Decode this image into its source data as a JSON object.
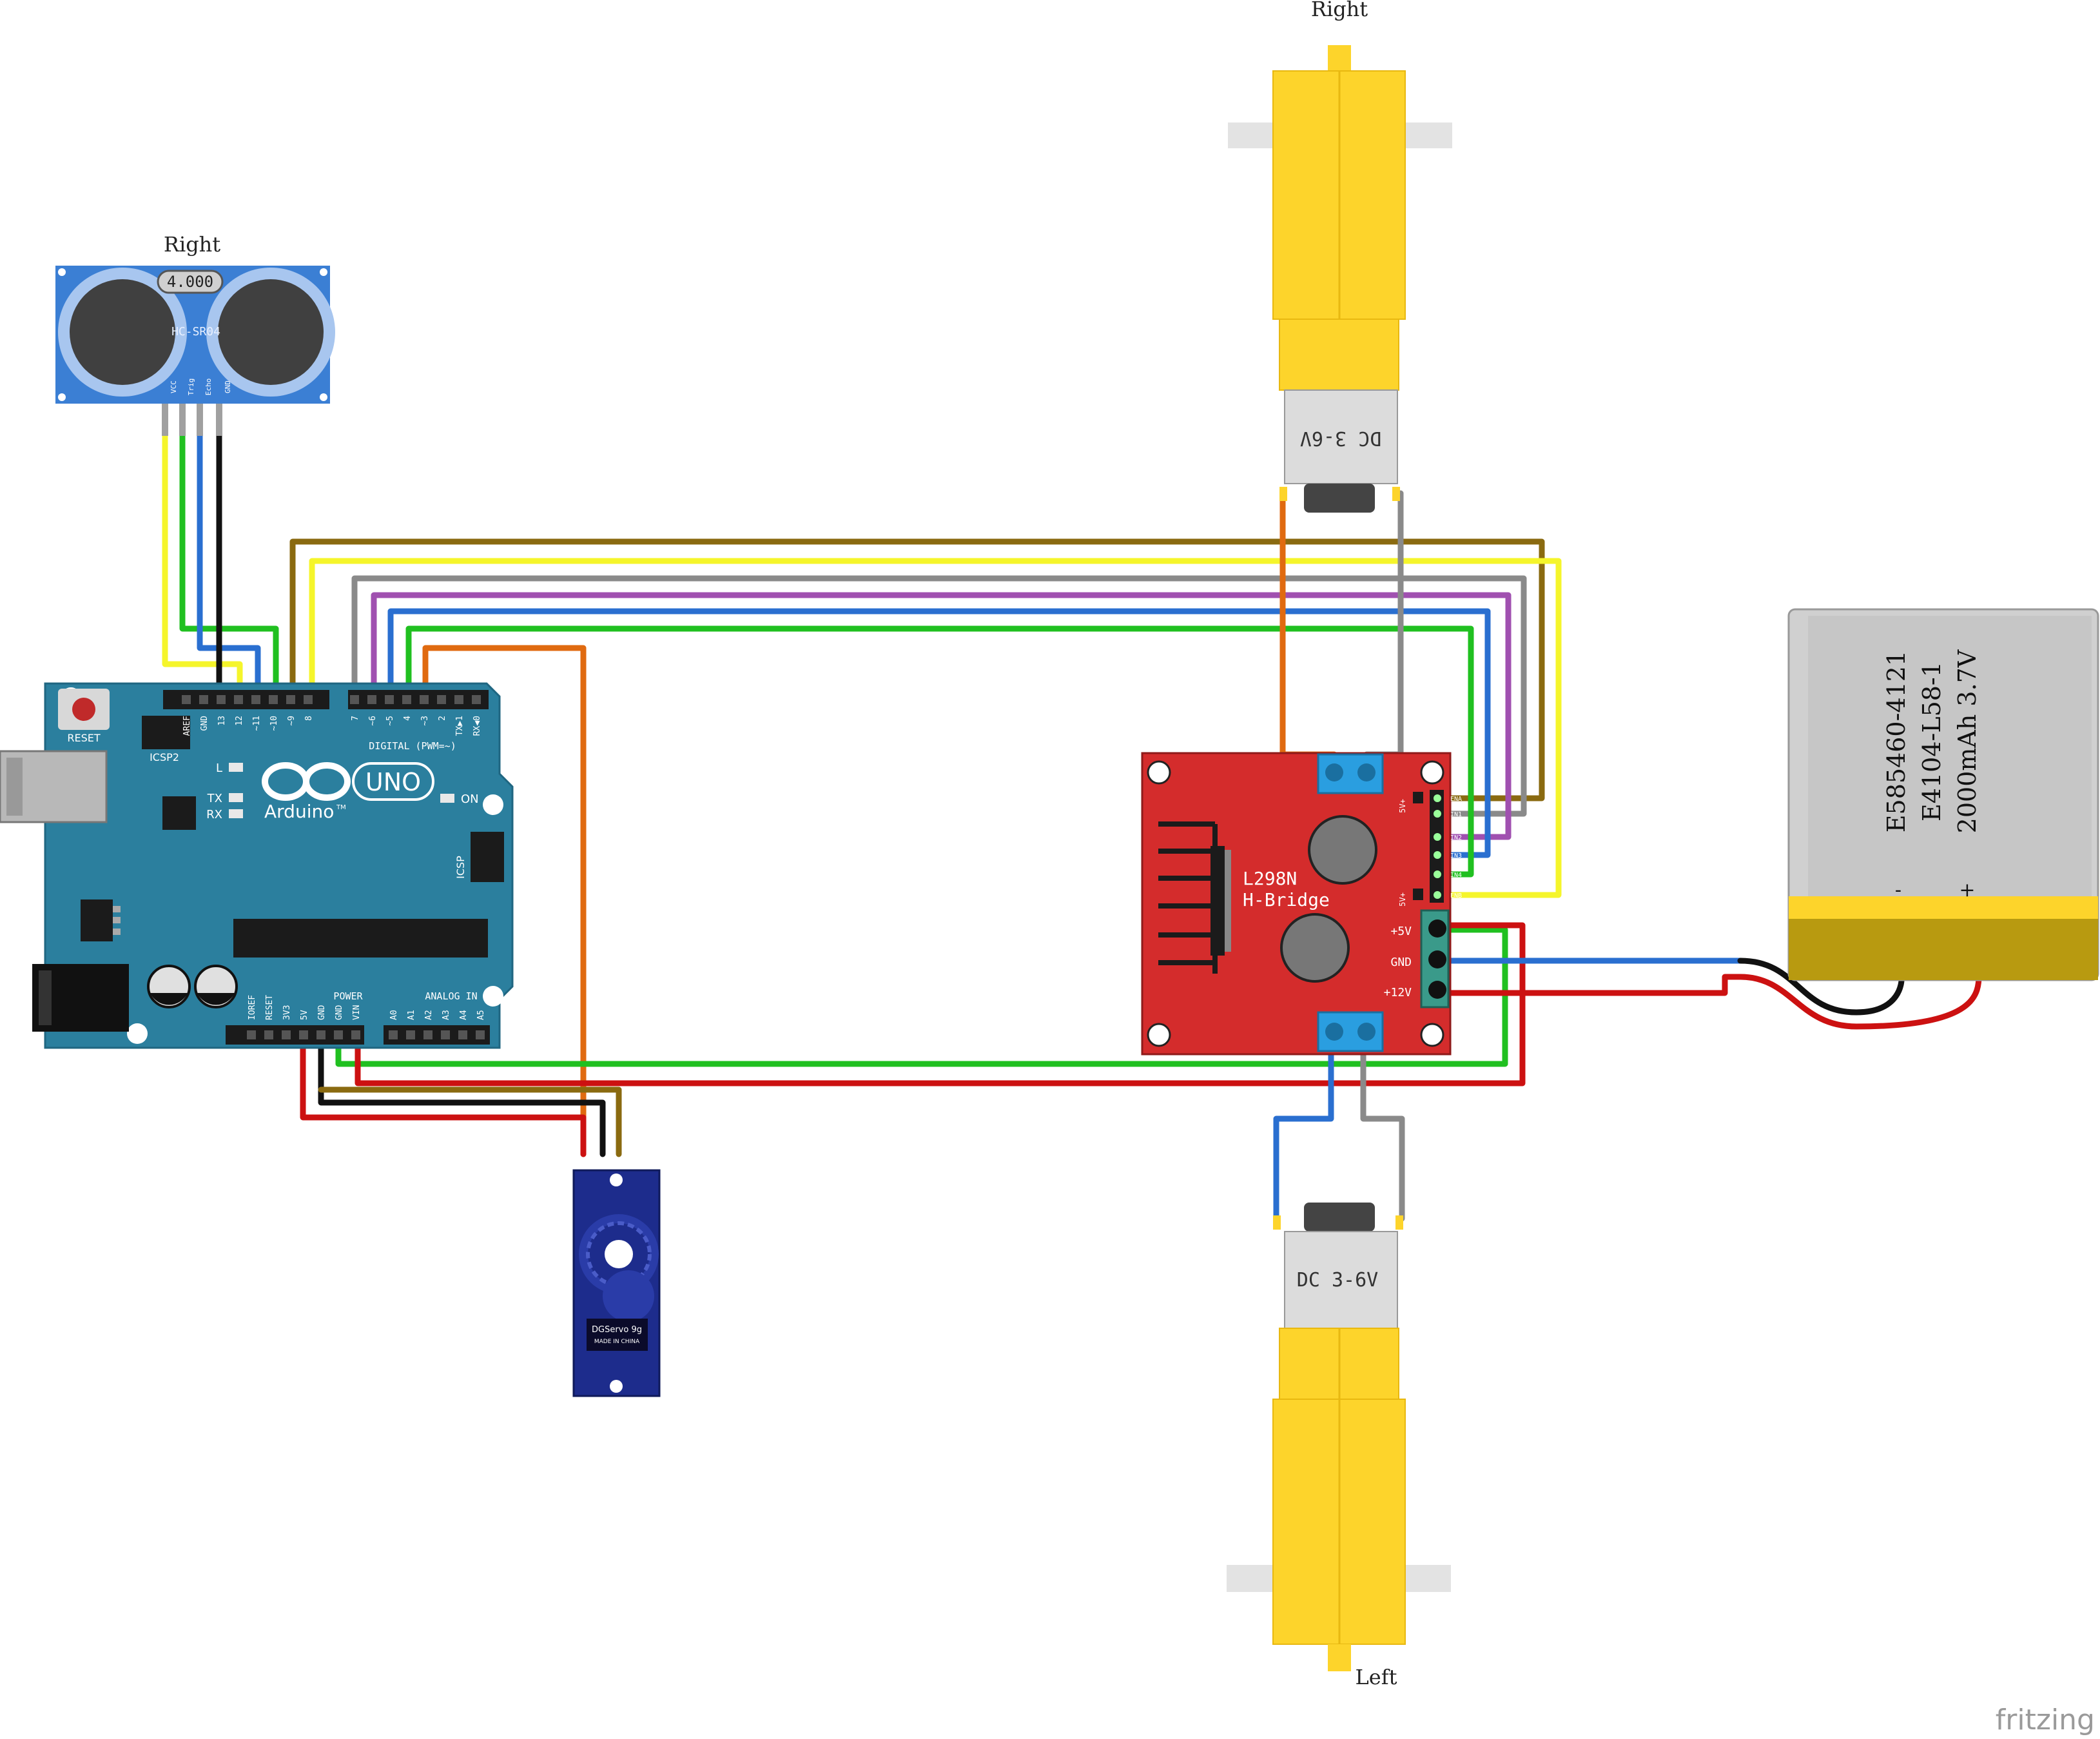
{
  "labels": {
    "sensor_title": "Right",
    "motor_top_title": "Right",
    "motor_bottom_title": "Left",
    "watermark": "fritzing"
  },
  "sensor": {
    "model": "HC-SR04",
    "crystal": "4.000",
    "pins": [
      "VCC",
      "Trig",
      "Echo",
      "GND"
    ]
  },
  "arduino": {
    "logo_text": "Arduino",
    "tm": "TM",
    "model": "UNO",
    "reset": "RESET",
    "icsp2": "ICSP2",
    "icsp": "ICSP",
    "led_l": "L",
    "led_tx": "TX",
    "led_rx": "RX",
    "led_on": "ON",
    "digital_header": "DIGITAL (PWM=~)",
    "power_header": "POWER",
    "analog_header": "ANALOG IN",
    "digital_pins": [
      "AREF",
      "GND",
      "13",
      "12",
      "~11",
      "~10",
      "~9",
      "8",
      "7",
      "~6",
      "~5",
      "4",
      "~3",
      "2",
      "TX▶1",
      "RX◀0"
    ],
    "power_pins": [
      "IOREF",
      "RESET",
      "3V3",
      "5V",
      "GND",
      "GND",
      "VIN"
    ],
    "analog_pins": [
      "A0",
      "A1",
      "A2",
      "A3",
      "A4",
      "A5"
    ]
  },
  "hbridge": {
    "line1": "L298N",
    "line2": "H-Bridge",
    "plus5v": "+5V",
    "gnd": "GND",
    "plus12v": "+12V",
    "jumper1": "5V+",
    "jumper2": "5V+",
    "inputs": [
      "ENA",
      "IN1",
      "IN2",
      "IN3",
      "IN4",
      "ENB"
    ]
  },
  "motors": {
    "top_label": "DC 3-6V",
    "bottom_label": "DC 3-6V"
  },
  "servo": {
    "name": "DGServo 9g",
    "made_in": "MADE IN CHINA"
  },
  "battery": {
    "line1": "E585460-4121",
    "line2": "E4104-L58-1",
    "line3": "2000mAh 3.7V",
    "minus": "-",
    "plus": "+"
  },
  "colors": {
    "board_blue": "#2b7f9e",
    "hbridge_red": "#d42c2c",
    "motor_yellow": "#fdd42b",
    "servo_blue": "#1d2c8c",
    "sensor_blue": "#3b7fd4",
    "wire_yellow": "#f5f52b",
    "wire_green": "#20c020",
    "wire_blue": "#2a6fd0",
    "wire_black": "#111111",
    "wire_brown": "#8a6a10",
    "wire_gray": "#8a8a8a",
    "wire_purple": "#a050b0",
    "wire_orange": "#e06a10",
    "wire_red": "#cc1111"
  }
}
